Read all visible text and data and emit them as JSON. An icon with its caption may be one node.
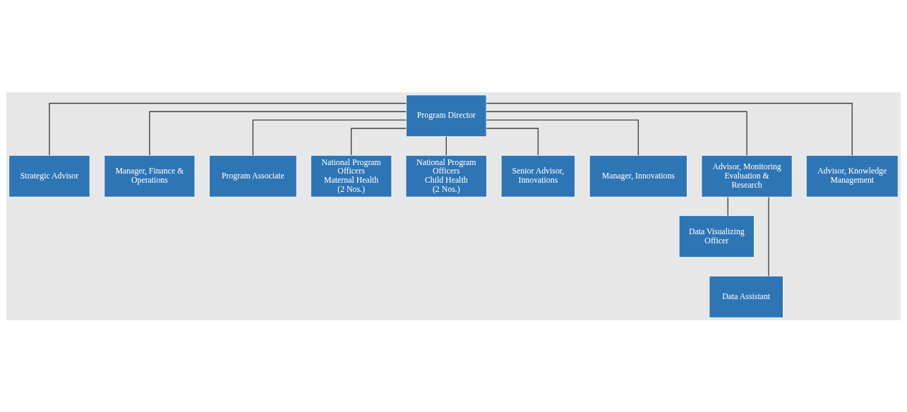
{
  "diagram": {
    "nodes": [
      {
        "text": [
          "Program Director"
        ]
      },
      {
        "text": [
          "Strategic Advisor"
        ]
      },
      {
        "text": [
          "Manager, Finance & Operations"
        ]
      },
      {
        "text": [
          "Program Associate"
        ]
      },
      {
        "text": [
          "National Program Officers",
          "Maternal Health",
          "(2 Nos.)"
        ]
      },
      {
        "text": [
          "National Program Officers",
          "Child Health",
          "(2 Nos.)"
        ]
      },
      {
        "text": [
          "Senior Advisor, Innovations"
        ]
      },
      {
        "text": [
          "Manager, Innovations"
        ]
      },
      {
        "text": [
          "Advisor, Monitoring Evaluation & Research"
        ]
      },
      {
        "text": [
          "Advisor, Knowledge Management"
        ]
      },
      {
        "text": [
          "Data Visualizing Officer"
        ]
      },
      {
        "text": [
          "Data Assistant"
        ]
      }
    ],
    "edges": [
      {
        "from": 0,
        "to": 1,
        "arrow": "none"
      },
      {
        "from": 0,
        "to": 2,
        "arrow": "none"
      },
      {
        "from": 0,
        "to": 3,
        "arrow": "none"
      },
      {
        "from": 0,
        "to": 4,
        "arrow": "none"
      },
      {
        "from": 0,
        "to": 5,
        "arrow": "none"
      },
      {
        "from": 0,
        "to": 6,
        "arrow": "none"
      },
      {
        "from": 0,
        "to": 7,
        "arrow": "none"
      },
      {
        "from": 0,
        "to": 8,
        "arrow": "none"
      },
      {
        "from": 0,
        "to": 9,
        "arrow": "none"
      },
      {
        "from": 8,
        "to": 10,
        "arrow": "none"
      },
      {
        "from": 8,
        "to": 11,
        "arrow": "none"
      }
    ]
  }
}
